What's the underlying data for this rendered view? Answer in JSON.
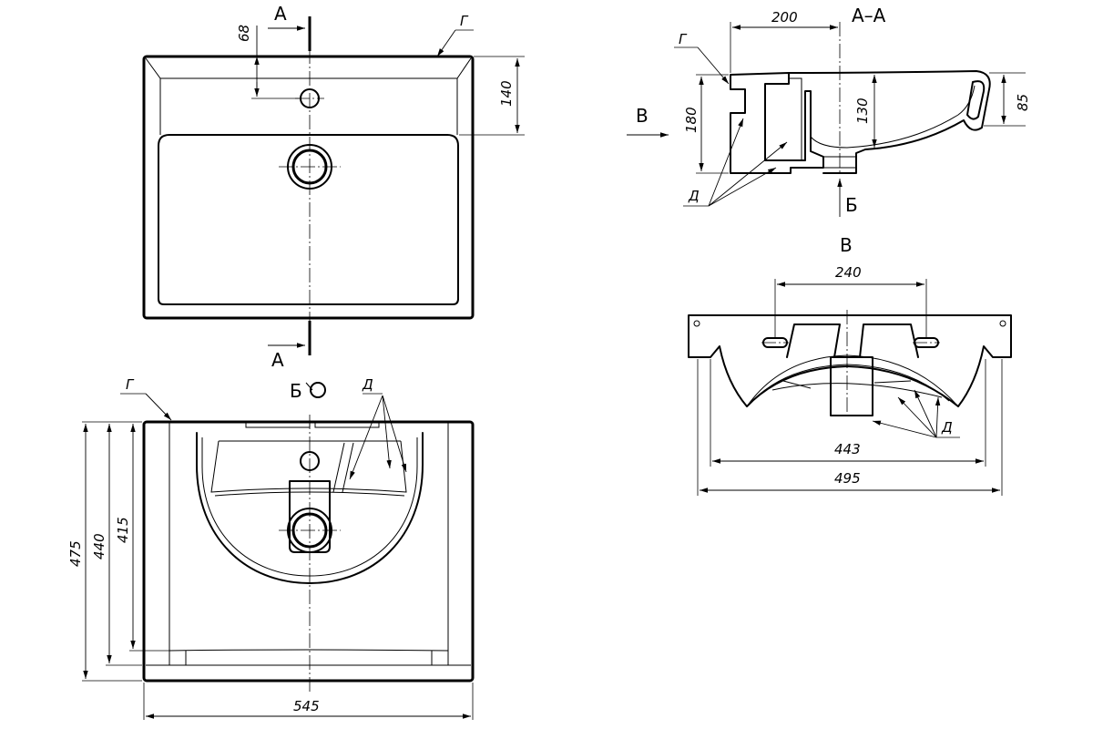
{
  "views": {
    "top": {
      "dim_hole_offset": "68",
      "dim_deck_depth": "140",
      "section_label_top": "А",
      "section_label_bottom": "А",
      "edge_label": "Г"
    },
    "plan": {
      "dim_depth_total": "475",
      "dim_depth_mid": "440",
      "dim_depth_inner": "415",
      "dim_width": "545",
      "edge_label": "Г",
      "view_b_label": "Б",
      "d_label": "Д"
    },
    "section": {
      "title": "А–А",
      "dim_offset": "200",
      "dim_height": "180",
      "dim_bowl_depth": "130",
      "dim_front_height": "85",
      "edge_label": "Г",
      "d_label": "Д",
      "arrow_v_label": "В",
      "arrow_b_label": "Б"
    },
    "rear": {
      "title": "В",
      "dim_mount": "240",
      "dim_inner": "443",
      "dim_outer": "495",
      "d_label": "Д"
    }
  }
}
